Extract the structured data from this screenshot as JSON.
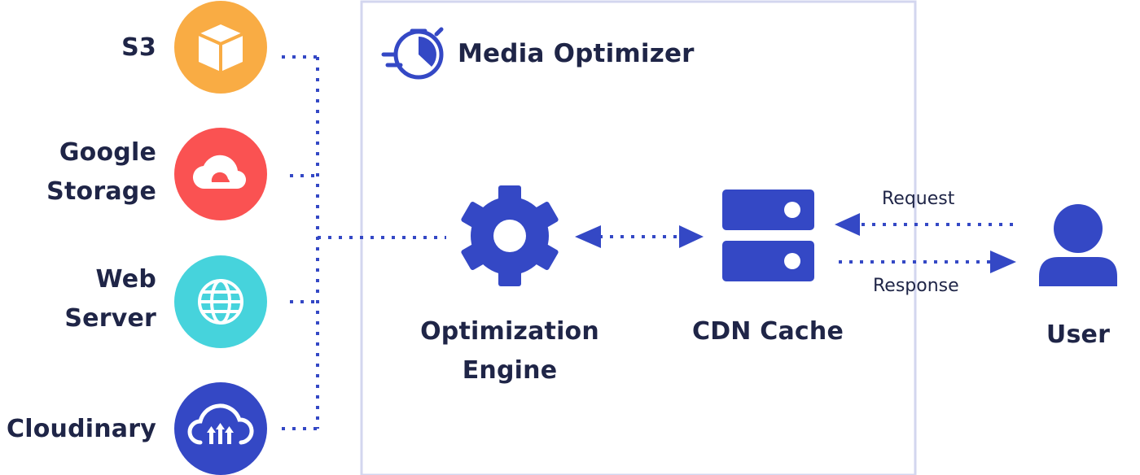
{
  "colors": {
    "primary": "#3448c5",
    "text": "#1f2547",
    "frame": "#d3d6ef",
    "s3": "#f9ac44",
    "google_storage": "#fa5252",
    "web_server": "#46d3dc",
    "cloudinary": "#3448c5"
  },
  "header": {
    "title": "Media Optimizer",
    "icon": "clock-speed-icon"
  },
  "sources": [
    {
      "name": "S3",
      "icon": "box-icon"
    },
    {
      "name_line1": "Google",
      "name_line2": "Storage",
      "icon": "cloud-icon"
    },
    {
      "name_line1": "Web",
      "name_line2": "Server",
      "icon": "globe-icon"
    },
    {
      "name": "Cloudinary",
      "icon": "cloud-upload-icon"
    }
  ],
  "engine": {
    "line1": "Optimization",
    "line2": "Engine",
    "icon": "gear-icon"
  },
  "cdn": {
    "label": "CDN Cache",
    "icon": "server-icon"
  },
  "user": {
    "label": "User",
    "icon": "user-icon"
  },
  "arrows": {
    "request": "Request",
    "response": "Response"
  }
}
